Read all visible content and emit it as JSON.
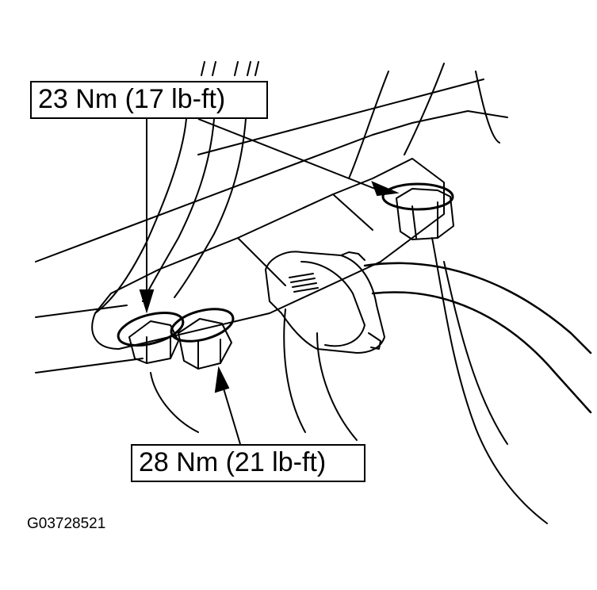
{
  "callouts": {
    "upper_torque": "23 Nm (17 lb-ft)",
    "lower_torque": "28 Nm (21 lb-ft)"
  },
  "figure": {
    "id": "G03728521"
  },
  "colors": {
    "ink": "#000000",
    "paper": "#ffffff"
  }
}
